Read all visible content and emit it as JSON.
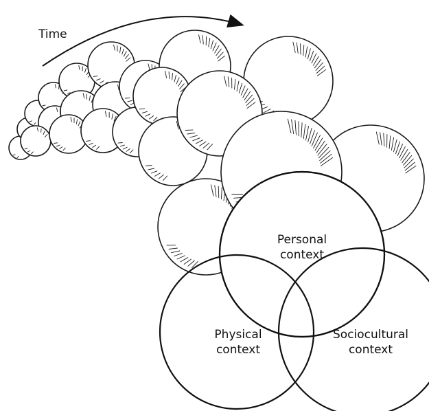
{
  "time_label": "Time",
  "circles": {
    "personal": {
      "line1": "Personal",
      "line2": "context"
    },
    "physical": {
      "line1": "Physical",
      "line2": "context"
    },
    "sociocultural": {
      "line1": "Sociocultural",
      "line2": "context"
    }
  },
  "colors": {
    "ink": "#111111",
    "background": "#ffffff"
  }
}
